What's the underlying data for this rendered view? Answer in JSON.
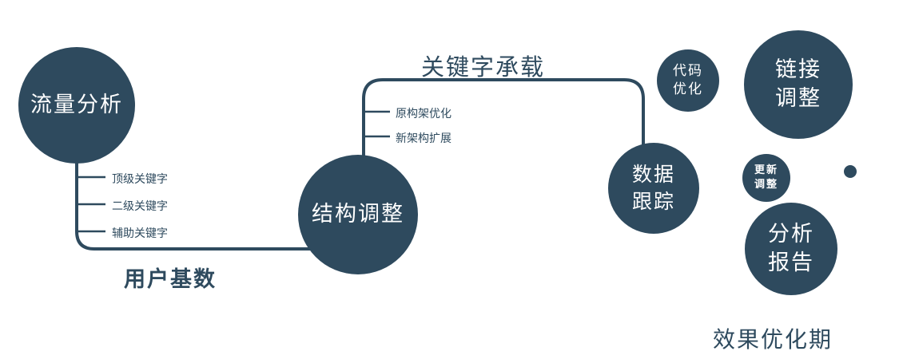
{
  "colors": {
    "accent": "#2e4a5e",
    "node_fill": "#2e4a5e",
    "text_on_node": "#ffffff"
  },
  "nodes": {
    "traffic": {
      "label": "流量分析"
    },
    "structure": {
      "label": "结构调整"
    },
    "tracking": {
      "label": "数据\n跟踪"
    },
    "code": {
      "label": "代码\n优化"
    },
    "link": {
      "label": "链接\n调整"
    },
    "update": {
      "label": "更新\n调整"
    },
    "report": {
      "label": "分析\n报告"
    }
  },
  "labels": {
    "user_base": "用户基数",
    "keyword_bearing": "关键字承载",
    "effect_period": "效果优化期"
  },
  "ticks": {
    "traffic_branch": [
      "顶级关键字",
      "二级关键字",
      "辅助关键字"
    ],
    "structure_branch": [
      "原构架优化",
      "新架构扩展"
    ]
  }
}
